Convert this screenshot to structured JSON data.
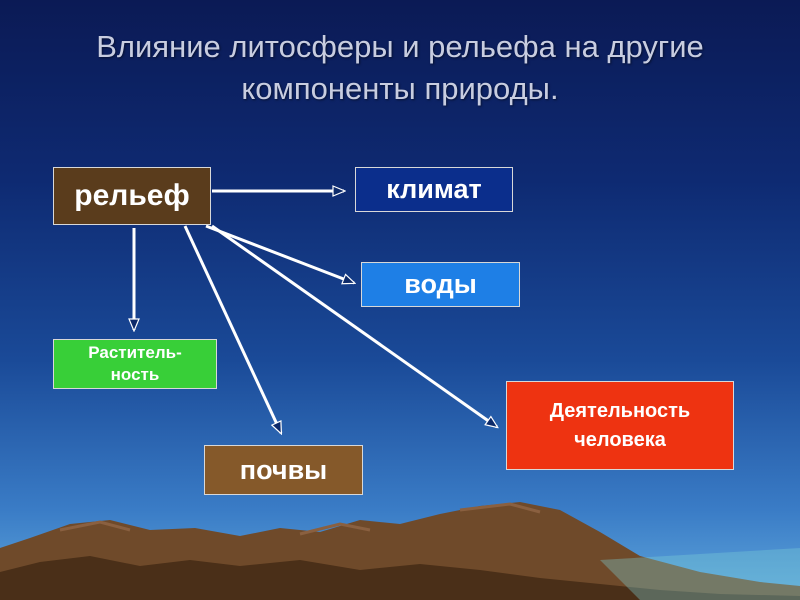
{
  "title": {
    "line1": "Влияние литосферы и рельефа на другие",
    "line2": "компоненты природы."
  },
  "boxes": {
    "relief": "рельеф",
    "climate": "климат",
    "waters": "воды",
    "plants_line1": "Раститель-",
    "plants_line2": "ность",
    "soils": "почвы",
    "human_line1": "Деятельность",
    "human_line2": "человека"
  },
  "colors": {
    "relief": "#5a3c1c",
    "climate": "#0b2e8c",
    "waters": "#1e7fe6",
    "plants": "#38cf38",
    "soils": "#85592a",
    "human": "#ee3311",
    "arrow": "#ffffff"
  }
}
